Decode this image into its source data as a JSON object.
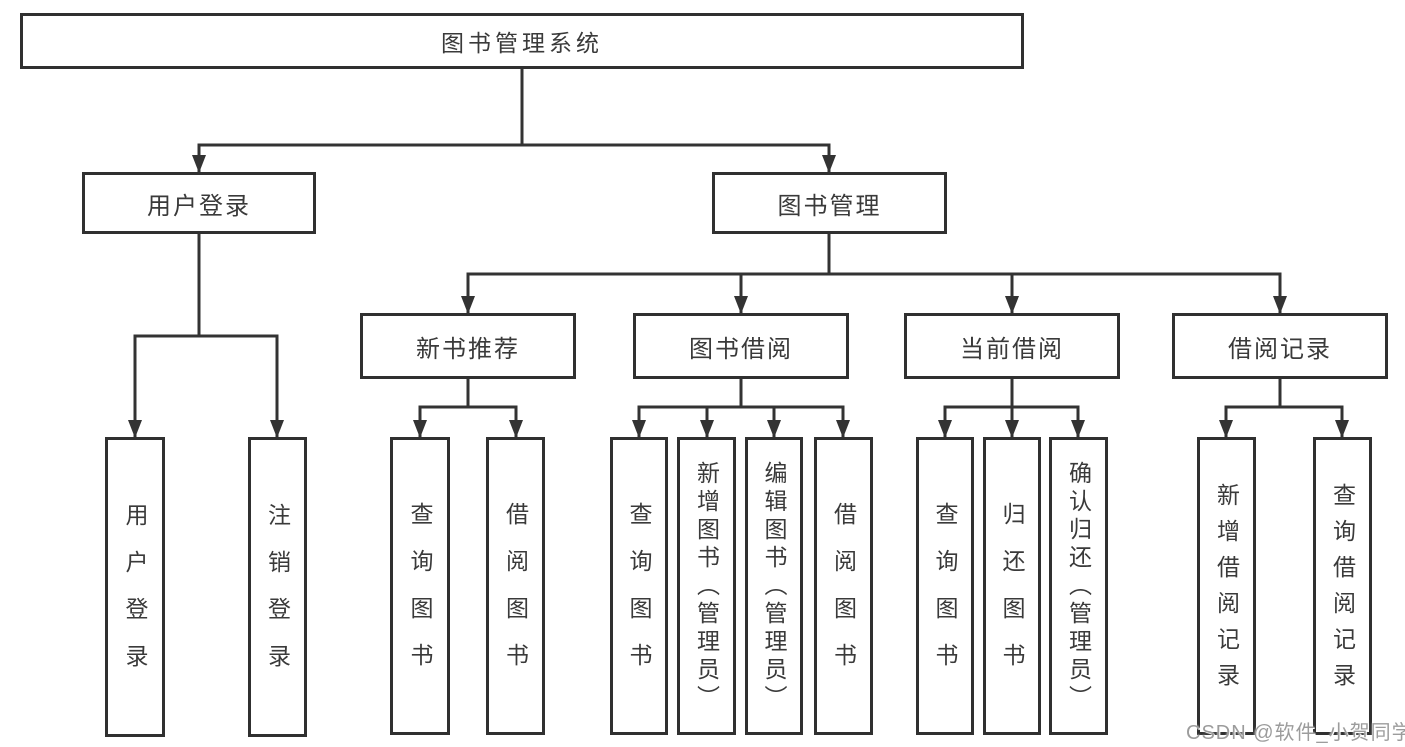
{
  "diagram": {
    "root": {
      "label": "图书管理系统"
    },
    "branches": [
      {
        "label": "用户登录",
        "children": [
          {
            "label": "用户登录"
          },
          {
            "label": "注销登录"
          }
        ]
      },
      {
        "label": "图书管理",
        "children": [
          {
            "label": "新书推荐",
            "children": [
              {
                "label": "查询图书"
              },
              {
                "label": "借阅图书"
              }
            ]
          },
          {
            "label": "图书借阅",
            "children": [
              {
                "label": "查询图书"
              },
              {
                "label": "新增图书（管理员）"
              },
              {
                "label": "编辑图书（管理员）"
              },
              {
                "label": "借阅图书"
              }
            ]
          },
          {
            "label": "当前借阅",
            "children": [
              {
                "label": "查询图书"
              },
              {
                "label": "归还图书"
              },
              {
                "label": "确认归还（管理员）"
              }
            ]
          },
          {
            "label": "借阅记录",
            "children": [
              {
                "label": "新增借阅记录"
              },
              {
                "label": "查询借阅记录"
              }
            ]
          }
        ]
      }
    ]
  },
  "watermark": {
    "text": "CSDN @软件_小贺同学"
  },
  "colors": {
    "line": "#333333",
    "box_border": "#303030",
    "text": "#3a3a3a",
    "background": "#ffffff",
    "watermark": "#9c9c9c"
  }
}
